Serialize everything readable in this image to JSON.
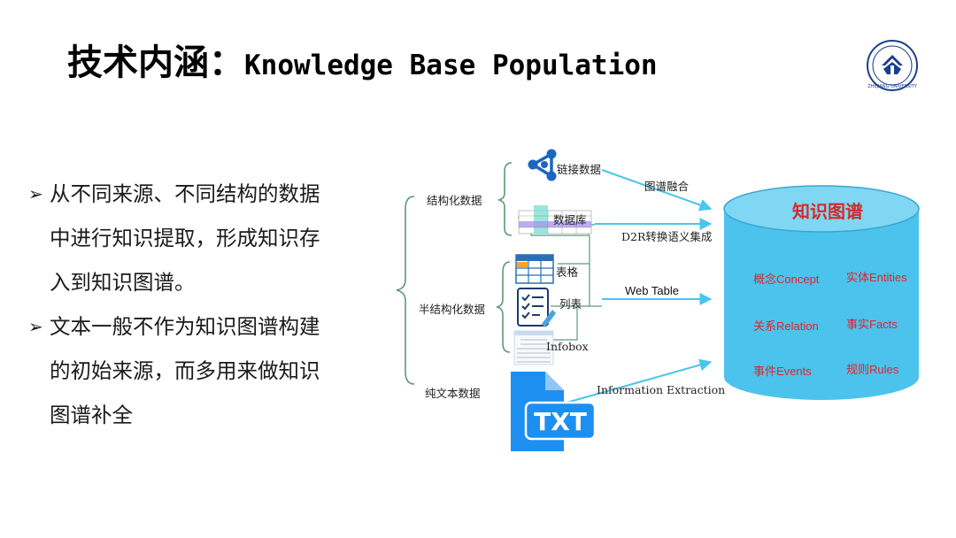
{
  "title": {
    "cn": "技术内涵：",
    "en": "Knowledge Base Population"
  },
  "logo": {
    "icon": "zju-university-seal-icon",
    "caption": "ZHEJIANG UNIVERSITY"
  },
  "bullets": [
    {
      "lines": [
        "从不同来源、不同结构的数据",
        "中进行知识提取，形成知识存",
        "入到知识图谱。"
      ]
    },
    {
      "lines": [
        "文本一般不作为知识图谱构建",
        "的初始来源，而多用来做知识",
        "图谱补全"
      ]
    }
  ],
  "diagram": {
    "categories": {
      "structured": "结构化数据",
      "semi": "半结构化数据",
      "text": "纯文本数据"
    },
    "sources": {
      "linked": "链接数据",
      "database": "数据库",
      "table": "表格",
      "list": "列表",
      "infobox": "Infobox"
    },
    "arrows": {
      "fusion": "图谱融合",
      "d2r": "D2R转换语义集成",
      "webtable": "Web Table",
      "ie": "Information Extraction"
    },
    "kg": {
      "title": "知识图谱",
      "items": [
        "概念Concept",
        "实体Entities",
        "关系Relation",
        "事实Facts",
        "事件Events",
        "规则Rules"
      ]
    },
    "icons": [
      "linked-data-icon",
      "database-table-icon",
      "table-grid-icon",
      "checklist-icon",
      "infobox-icon",
      "txt-file-icon"
    ],
    "colors": {
      "accent_cyan": "#49c6ea",
      "cylinder": "#4cc3ec",
      "kg_text": "#e0242c",
      "brace": "#5a9a7a",
      "txt_blue": "#1d8ff0"
    }
  }
}
